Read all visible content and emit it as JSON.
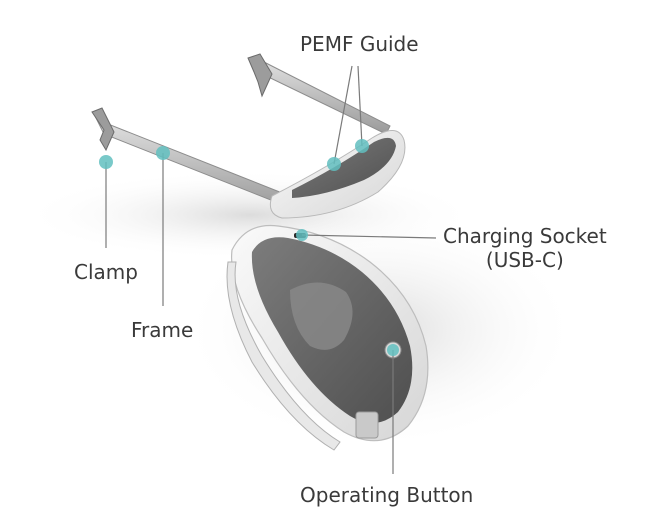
{
  "title_fragment": "",
  "labels": {
    "pemf_guide": "PEMF Guide",
    "clamp": "Clamp",
    "frame": "Frame",
    "charging_socket_line1": "Charging Socket",
    "charging_socket_line2": "(USB-C)",
    "operating_button": "Operating Button"
  },
  "colors": {
    "marker": "#62bfc0",
    "leader_line": "#7a7a7a",
    "text": "#3a3a3a",
    "device_body": "#f3f3f3",
    "device_inner": "#6d6d6d"
  }
}
